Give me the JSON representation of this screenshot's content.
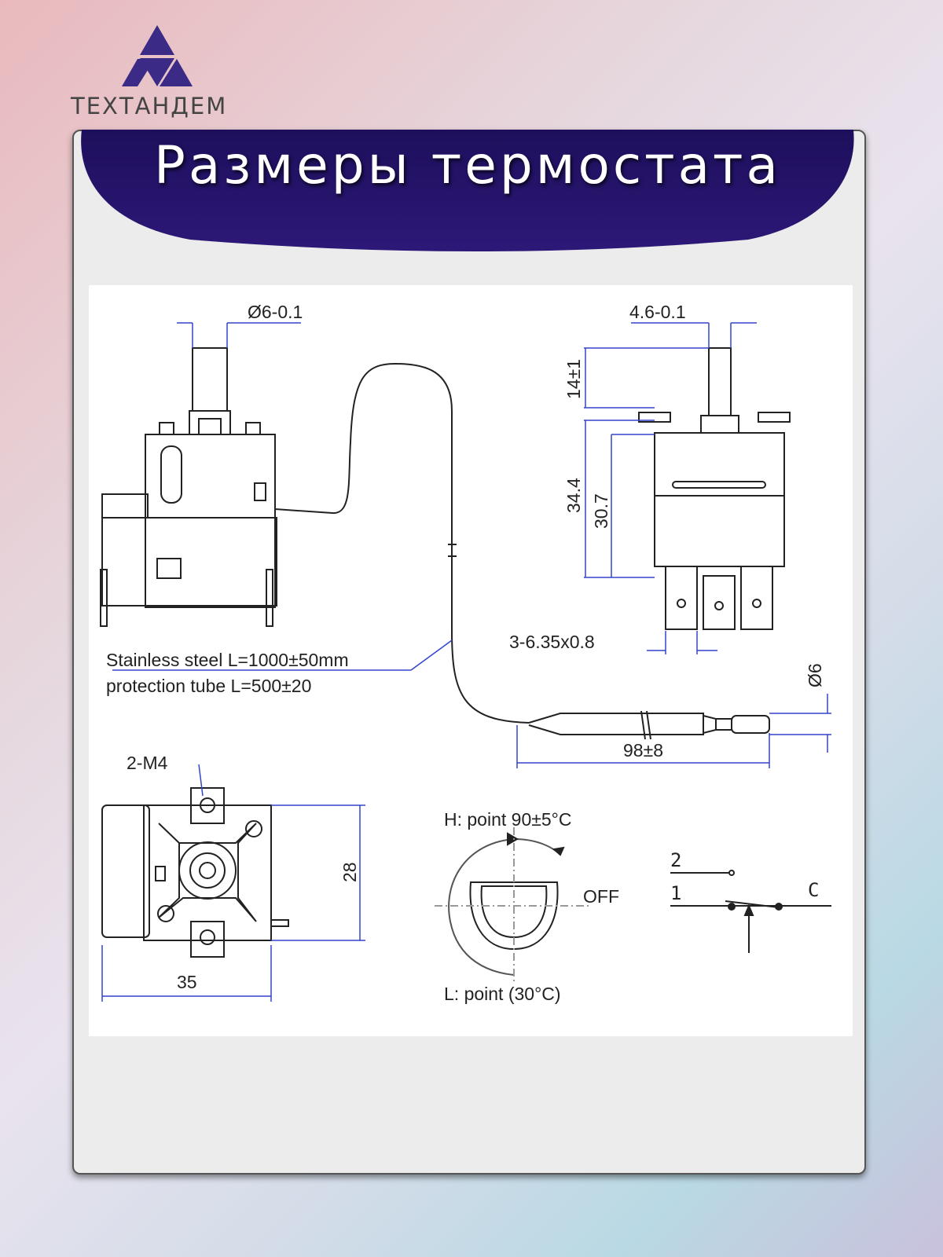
{
  "brand": {
    "name": "ТЕХТАНДЕМ",
    "logo_icon": "triangle-logo-icon",
    "logo_color": "#3b2a86"
  },
  "header": {
    "title": "Размеры термостата",
    "ribbon_color": "#2a1670"
  },
  "drawing": {
    "side_view": {
      "shaft_diameter": "Ø6-0.1"
    },
    "front_view": {
      "shaft_width": "4.6-0.1",
      "shaft_height": "14±1",
      "body_height": "34.4",
      "housing_height": "30.7",
      "terminals": "3-6.35x0.8"
    },
    "capillary": {
      "note_line1": "Stainless steel L=1000±50mm",
      "note_line2": "protection tube L=500±20"
    },
    "bulb": {
      "diameter": "Ø6",
      "length": "98±8"
    },
    "bottom_view": {
      "mount": "2-M4",
      "height": "28",
      "width": "35"
    },
    "dial": {
      "high": "H: point 90±5°C",
      "off": "OFF",
      "low": "L: point (30°C)"
    },
    "switch": {
      "pin2": "2",
      "pin1": "1",
      "common": "C"
    }
  }
}
